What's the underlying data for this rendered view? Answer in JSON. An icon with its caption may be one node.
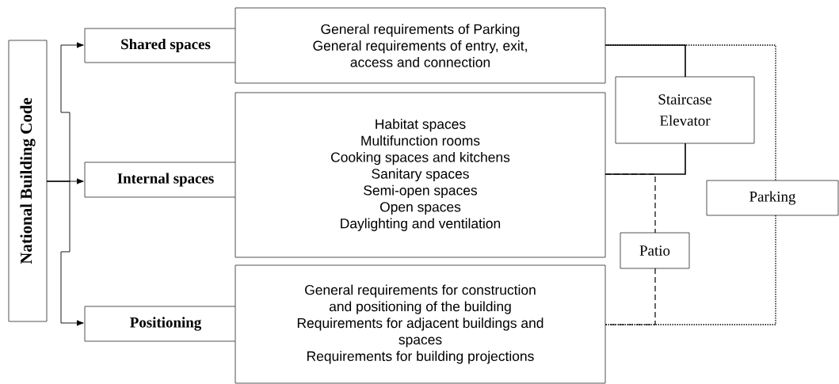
{
  "diagram": {
    "nodes": [
      {
        "text": [
          "National Building Code"
        ]
      },
      {
        "text": [
          "Shared spaces"
        ]
      },
      {
        "text": [
          "Internal spaces"
        ]
      },
      {
        "text": [
          "Positioning"
        ]
      },
      {
        "text": [
          "General requirements of Parking",
          "General requirements of entry, exit, access and connection"
        ]
      },
      {
        "text": [
          "Habitat spaces",
          "Multifunction rooms",
          "Cooking spaces and kitchens",
          "Sanitary spaces",
          "Semi-open spaces",
          "Open spaces",
          "Daylighting and ventilation"
        ]
      },
      {
        "text": [
          "General requirements for construction and positioning of the building",
          "Requirements for adjacent buildings and spaces",
          "Requirements for building projections"
        ]
      },
      {
        "text": [
          "Staircase Elevator"
        ]
      },
      {
        "text": [
          "Patio"
        ]
      },
      {
        "text": [
          "Parking"
        ]
      }
    ],
    "edges": [
      {
        "from": 0,
        "to": 1,
        "arrow": "to"
      },
      {
        "from": 0,
        "to": 2,
        "arrow": "to"
      },
      {
        "from": 0,
        "to": 3,
        "arrow": "to"
      },
      {
        "from": 4,
        "to": 7,
        "arrow": "none"
      },
      {
        "from": 7,
        "to": 5,
        "arrow": "none"
      },
      {
        "from": 5,
        "to": 8,
        "arrow": "none",
        "style": "dashed"
      },
      {
        "from": 8,
        "to": 6,
        "arrow": "none",
        "style": "dashed"
      },
      {
        "from": 4,
        "to": 9,
        "arrow": "none",
        "style": "dashed"
      },
      {
        "from": 9,
        "to": 6,
        "arrow": "none",
        "style": "dashed"
      }
    ]
  }
}
